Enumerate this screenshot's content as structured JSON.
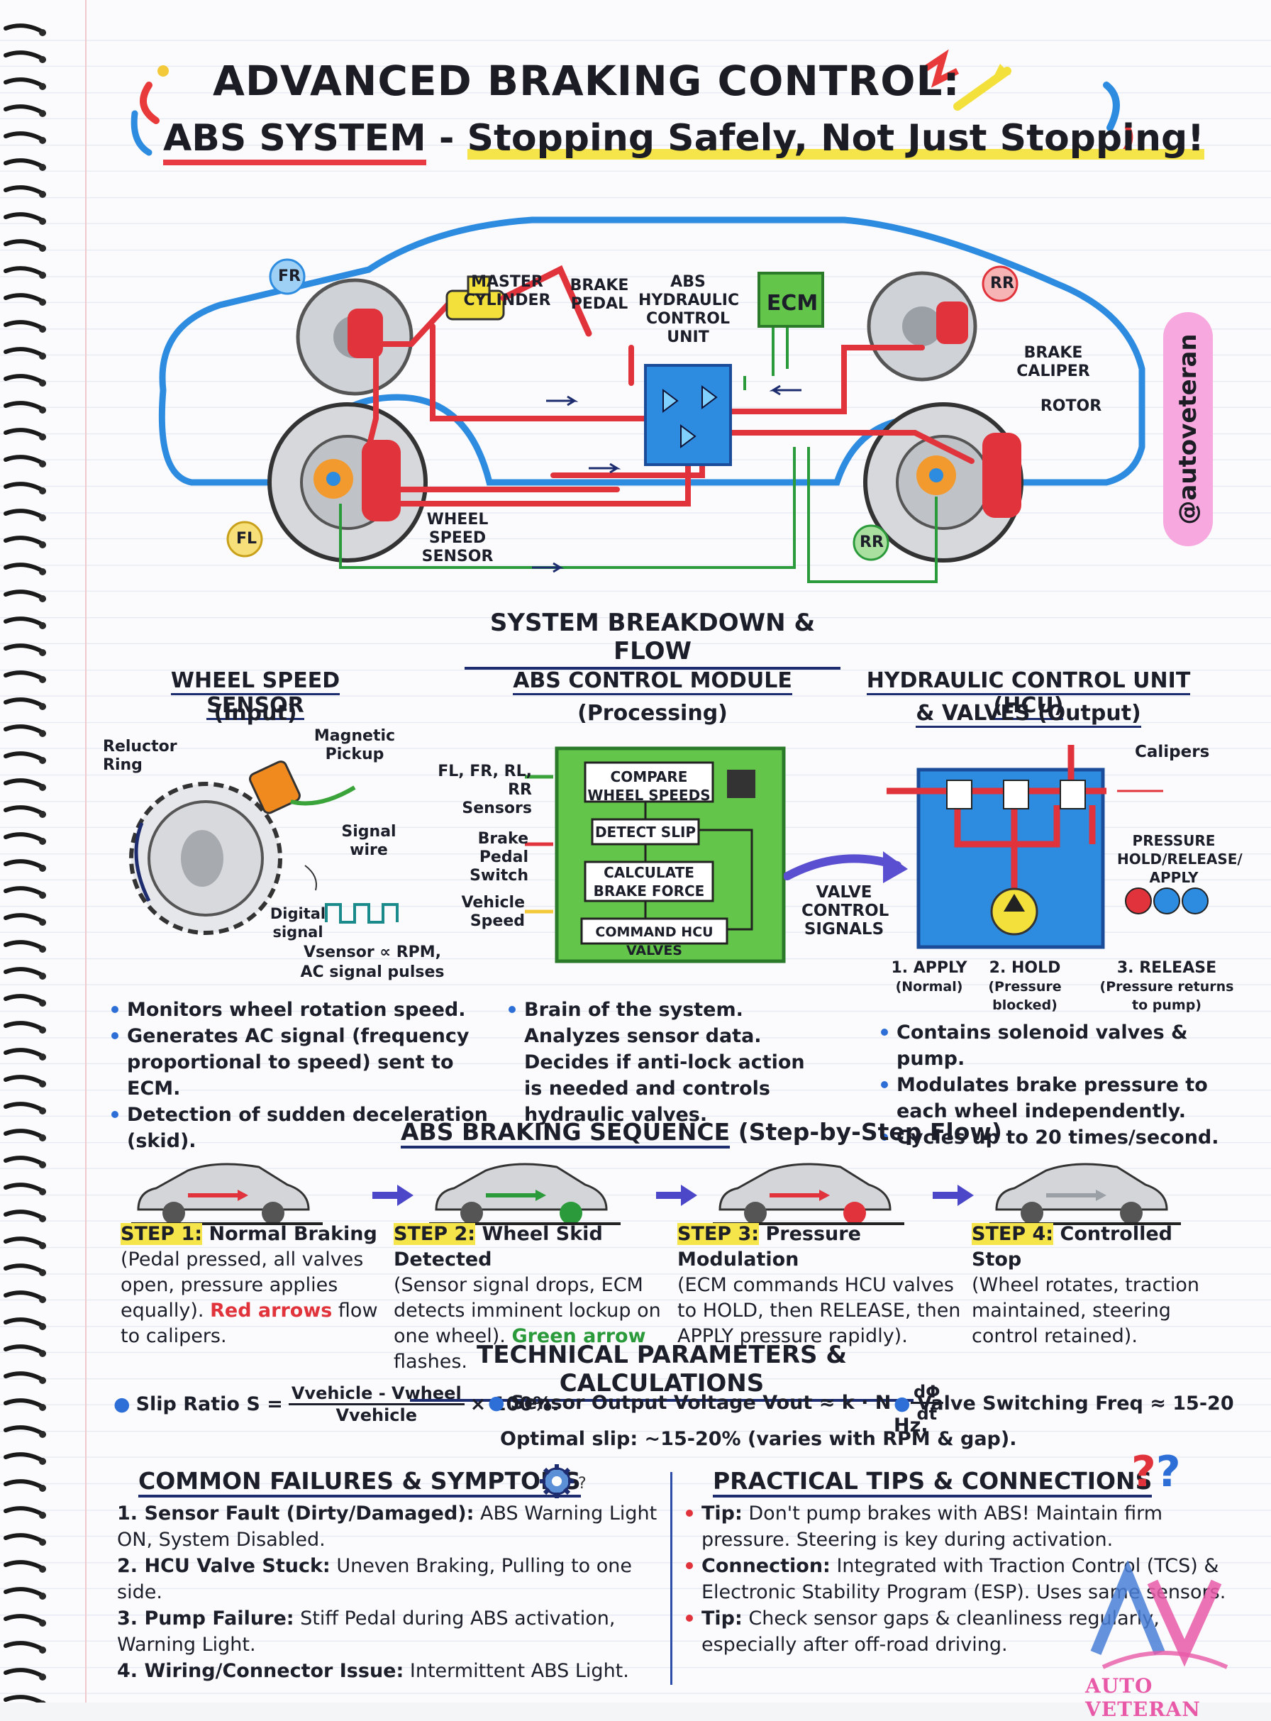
{
  "title": {
    "line1": "ADVANCED BRAKING CONTROL:",
    "line2_a": "ABS SYSTEM",
    "line2_b": " - ",
    "line2_c": "Stopping Safely, Not Just Stopping!"
  },
  "diagram": {
    "labels": {
      "fr": "FR",
      "rr_top": "RR",
      "fl": "FL",
      "rr_bottom": "RR",
      "master_cylinder": "MASTER CYLINDER",
      "brake_pedal": "BRAKE PEDAL",
      "abs_hcu": "ABS HYDRAULIC CONTROL UNIT",
      "ecm": "ECM",
      "brake_caliper": "BRAKE CALIPER",
      "rotor": "ROTOR",
      "wheel_speed_sensor": "WHEEL SPEED SENSOR"
    },
    "watermark": "@autoveteran"
  },
  "breakdown": {
    "heading": "SYSTEM BREAKDOWN & FLOW",
    "wss": {
      "title": "WHEEL SPEED SENSOR",
      "sub": "(Input)",
      "reluctor": "Reluctor Ring",
      "pickup": "Magnetic Pickup",
      "signal_wire": "Signal wire",
      "digital_signal": "Digital signal",
      "formula": "Vsensor ∝ RPM,",
      "formula2": "AC signal pulses",
      "bullets": [
        "Monitors wheel rotation speed.",
        "Generates AC signal (frequency proportional to speed) sent to ECM.",
        "Detection of sudden deceleration (skid)."
      ]
    },
    "module": {
      "title": "ABS CONTROL MODULE",
      "sub": "(Processing)",
      "inputs": [
        "FL, FR, RL, RR Sensors",
        "Brake Pedal Switch",
        "Vehicle Speed"
      ],
      "boxes": [
        "COMPARE WHEEL SPEEDS",
        "DETECT SLIP",
        "CALCULATE BRAKE FORCE",
        "COMMAND HCU VALVES"
      ],
      "output_label": "VALVE CONTROL SIGNALS",
      "bullets": [
        "Brain of the system. Analyzes sensor data. Decides if anti-lock action is needed and controls hydraulic valves."
      ]
    },
    "hcu": {
      "title": "HYDRAULIC CONTROL UNIT (HCU)",
      "sub": "& VALVES (Output)",
      "calipers": "Calipers",
      "pressure": "PRESSURE HOLD/RELEASE/ APPLY",
      "modes": [
        {
          "name": "1. APPLY",
          "desc": "(Normal)"
        },
        {
          "name": "2. HOLD",
          "desc": "(Pressure blocked)"
        },
        {
          "name": "3. RELEASE",
          "desc": "(Pressure returns to pump)"
        }
      ],
      "bullets": [
        "Contains solenoid valves & pump.",
        "Modulates brake pressure to each wheel independently.",
        "Cycles up to 20 times/second."
      ]
    }
  },
  "sequence": {
    "heading": "ABS BRAKING SEQUENCE",
    "heading_sub": "(Step-by-Step Flow)",
    "steps": [
      {
        "label": "STEP 1:",
        "title": "Normal Braking",
        "text_a": "(Pedal pressed, all valves open, pressure applies equally). ",
        "em": "Red arrows",
        "text_b": " flow to calipers."
      },
      {
        "label": "STEP 2:",
        "title": "Wheel Skid Detected",
        "text_a": "(Sensor signal drops, ECM detects imminent lockup on one wheel). ",
        "em": "Green arrow",
        "text_b": " flashes."
      },
      {
        "label": "STEP 3:",
        "title": "Pressure Modulation",
        "text_a": "(ECM commands HCU valves to HOLD, then RELEASE, then APPLY pressure rapidly).",
        "em": "",
        "text_b": ""
      },
      {
        "label": "STEP 4:",
        "title": "Controlled Stop",
        "text_a": "(Wheel rotates, traction maintained, steering control retained).",
        "em": "",
        "text_b": ""
      }
    ]
  },
  "technical": {
    "heading": "TECHNICAL PARAMETERS & CALCULATIONS",
    "slip_label": "Slip Ratio S =",
    "slip_num": "Vvehicle - Vwheel",
    "slip_den": "Vvehicle",
    "slip_tail": "× 100%.",
    "voltage_label": "Sensor Output Voltage Vout ≈ k · N ·",
    "voltage_num": "dΦ",
    "voltage_den": "dt",
    "valve_freq": "Valve Switching Freq ≈ 15-20 Hz.",
    "optimal": "Optimal slip: ~15-20% (varies with RPM & gap)."
  },
  "failures": {
    "heading": "COMMON FAILURES & SYMPTOMS",
    "items": [
      {
        "n": "1.",
        "b": "Sensor Fault (Dirty/Damaged):",
        "t": " ABS Warning Light ON, System Disabled."
      },
      {
        "n": "2.",
        "b": "HCU Valve Stuck:",
        "t": " Uneven Braking, Pulling to one side."
      },
      {
        "n": "3.",
        "b": "Pump Failure:",
        "t": " Stiff Pedal during ABS activation, Warning Light."
      },
      {
        "n": "4.",
        "b": "Wiring/Connector Issue:",
        "t": " Intermittent ABS Light."
      }
    ]
  },
  "tips": {
    "heading": "PRACTICAL TIPS & CONNECTIONS",
    "items": [
      {
        "b": "Tip:",
        "t": " Don't pump brakes with ABS! Maintain firm pressure. Steering is key during activation."
      },
      {
        "b": "Connection:",
        "t": " Integrated with Traction Control (TCS) & Electronic Stability Program (ESP). Uses same sensors."
      },
      {
        "b": "Tip:",
        "t": " Check sensor gaps & cleanliness regularly, especially after off-road driving."
      }
    ]
  },
  "logo": {
    "text": "AUTO VETERAN",
    "mark": "AV"
  },
  "colors": {
    "red": "#e0333b",
    "blue": "#2d8be0",
    "green": "#63c54a",
    "yellow": "#f3e03a",
    "navy": "#1c2c6e"
  }
}
